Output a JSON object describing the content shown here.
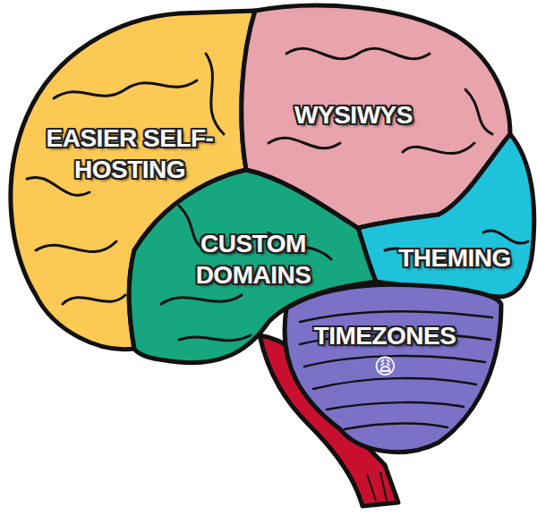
{
  "diagram": {
    "labels": [
      "EASIER SELF-HOSTING",
      "WYSIWYS",
      "CUSTOM DOMAINS",
      "THEMING",
      "TIMEZONES",
      "😩"
    ]
  }
}
